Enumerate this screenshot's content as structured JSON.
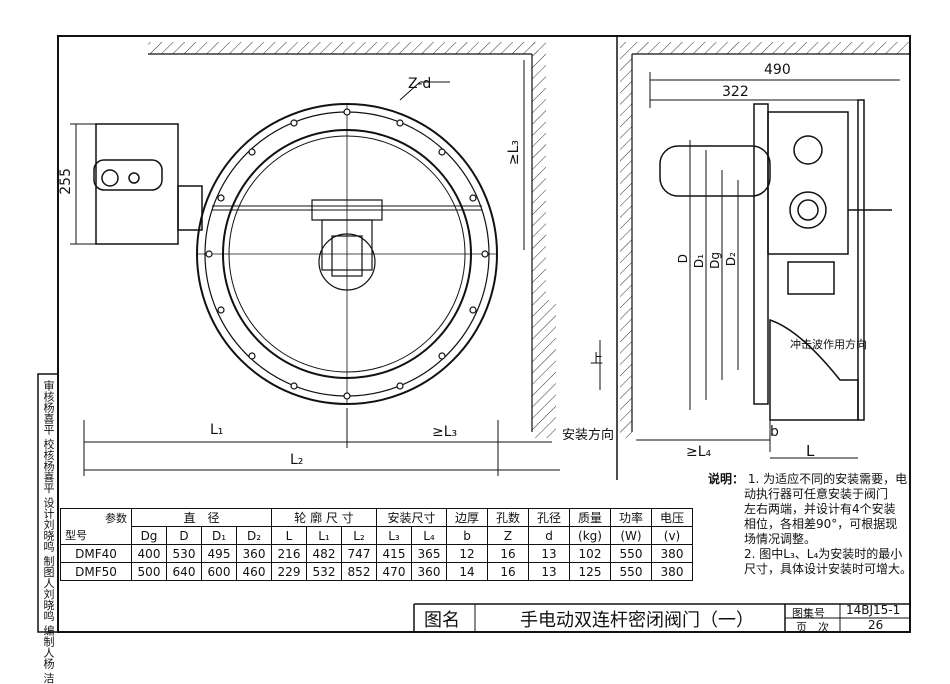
{
  "side_signatures": [
    "审核",
    "杨喜平",
    "校核",
    "杨喜平",
    "设计",
    "刘晓鸣",
    "制图人",
    "刘晓鸣",
    "编制人",
    "杨 洁"
  ],
  "front_view": {
    "dim_255": "255",
    "label_zd": "Z-d",
    "label_l1": "L₁",
    "label_l2": "L₂",
    "label_l3_bottom": "≥L₃",
    "label_l3_side": "≥L₃"
  },
  "side_view": {
    "dim_490": "490",
    "dim_322": "322",
    "label_d": "D",
    "label_d1": "D₁",
    "label_dg": "Dg",
    "label_d2": "D₂",
    "label_up": "上",
    "label_install_dir": "安装方向",
    "label_shock_dir": "冲击波作用方向",
    "label_l4": "≥L₄",
    "label_b": "b",
    "label_l": "L"
  },
  "table": {
    "header_param": "参数",
    "header_model": "型号",
    "groups": [
      "直　径",
      "轮 廓 尺 寸",
      "安装尺寸",
      "边厚",
      "孔数",
      "孔径",
      "质量",
      "功率",
      "电压"
    ],
    "sub_headers": [
      "Dg",
      "D",
      "D₁",
      "D₂",
      "L",
      "L₁",
      "L₂",
      "L₃",
      "L₄",
      "b",
      "Z",
      "d",
      "(kg)",
      "(W)",
      "(v)"
    ],
    "rows": [
      {
        "model": "DMF40",
        "values": [
          "400",
          "530",
          "495",
          "360",
          "216",
          "482",
          "747",
          "415",
          "365",
          "12",
          "16",
          "13",
          "102",
          "550",
          "380"
        ]
      },
      {
        "model": "DMF50",
        "values": [
          "500",
          "640",
          "600",
          "460",
          "229",
          "532",
          "852",
          "470",
          "360",
          "14",
          "16",
          "13",
          "125",
          "550",
          "380"
        ]
      }
    ]
  },
  "notes": {
    "title": "说明：",
    "lines": [
      "1. 为适应不同的安装需要，电",
      "   动执行器可任意安装于阀门",
      "   左右两端，并设计有4个安装",
      "   相位，各相差90°，可根据现",
      "   场情况调整。",
      "2. 图中L₃、L₄为安装时的最小",
      "   尺寸，具体设计安装时可增大。"
    ]
  },
  "title_block": {
    "name_label": "图名",
    "drawing_title": "手电动双连杆密闭阀门（一）",
    "atlas_label": "图集号",
    "atlas_no": "14BJ15-1",
    "page_label": "页　次",
    "page_no": "26"
  }
}
